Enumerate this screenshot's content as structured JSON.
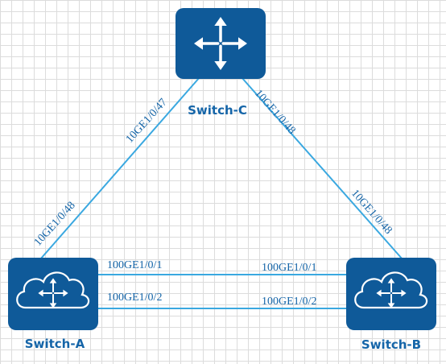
{
  "devices": {
    "switch_c": {
      "label": "Switch-C",
      "icon": "router-arrows-icon"
    },
    "switch_a": {
      "label": "Switch-A",
      "icon": "cloud-router-icon"
    },
    "switch_b": {
      "label": "Switch-B",
      "icon": "cloud-router-icon"
    }
  },
  "links": {
    "c_to_a": {
      "c_port": "10GE1/0/47",
      "a_port": "10GE1/0/48"
    },
    "c_to_b": {
      "c_port": "10GE1/0/48",
      "b_port": "10GE1/0/48"
    },
    "a_to_b_1": {
      "a_port": "100GE1/0/1",
      "b_port": "100GE1/0/1"
    },
    "a_to_b_2": {
      "a_port": "100GE1/0/2",
      "b_port": "100GE1/0/2"
    }
  },
  "colors": {
    "device": "#0f5a99",
    "link": "#3aa8e0",
    "label": "#1565a8",
    "grid": "#dcdcdc"
  }
}
